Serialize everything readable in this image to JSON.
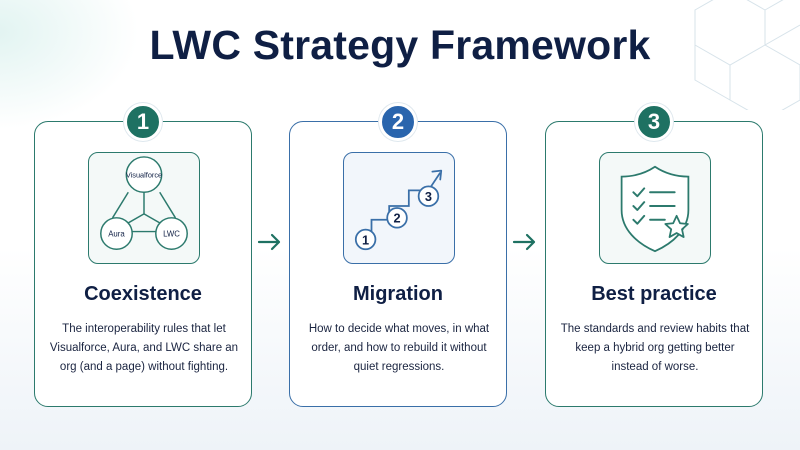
{
  "title": "LWC Strategy Framework",
  "colors": {
    "navy": "#0f1f44",
    "teal": "#1e7162",
    "blue": "#2a65ad"
  },
  "steps": [
    {
      "number": "1",
      "title": "Coexistence",
      "description": "The interoperability rules that let Visualforce, Aura, and LWC share an org (and a page) without fighting.",
      "icon": "network-triangle-icon",
      "nodes": [
        "Visualforce",
        "Aura",
        "LWC"
      ]
    },
    {
      "number": "2",
      "title": "Migration",
      "description": "How to decide what moves, in what order, and how to rebuild it without quiet regressions.",
      "icon": "stepped-progress-icon",
      "stages": [
        "1",
        "2",
        "3"
      ]
    },
    {
      "number": "3",
      "title": "Best practice",
      "description": "The standards and review habits that keep a hybrid org getting better instead of worse.",
      "icon": "shield-checklist-icon"
    }
  ]
}
